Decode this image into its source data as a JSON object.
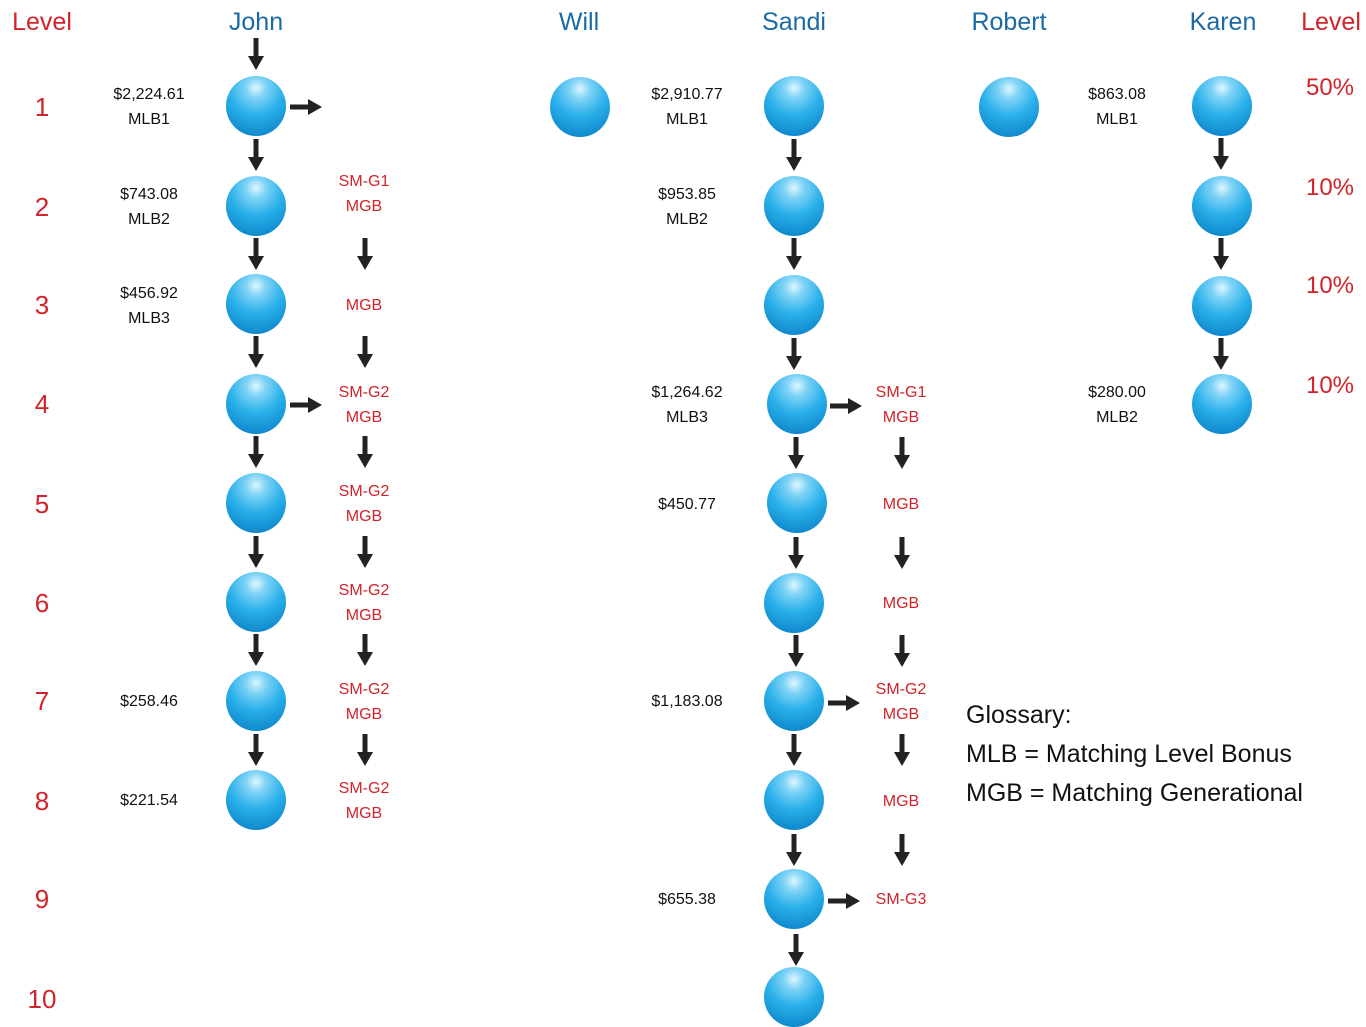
{
  "headers": {
    "level_left": "Level",
    "level_right": "Level",
    "columns": [
      "John",
      "Will",
      "Sandi",
      "Robert",
      "Karen"
    ]
  },
  "level_numbers": [
    "1",
    "2",
    "3",
    "4",
    "5",
    "6",
    "7",
    "8",
    "9",
    "10"
  ],
  "percentages": [
    "50%",
    "10%",
    "10%",
    "10%"
  ],
  "john": {
    "amounts": [
      {
        "amount": "$2,224.61",
        "code": "MLB1"
      },
      {
        "amount": "$743.08",
        "code": "MLB2"
      },
      {
        "amount": "$456.92",
        "code": "MLB3"
      },
      {
        "amount": "$258.46",
        "code": ""
      },
      {
        "amount": "$221.54",
        "code": ""
      }
    ],
    "generational": [
      {
        "line1": "SM-G1",
        "line2": "MGB"
      },
      {
        "line1": "MGB",
        "line2": ""
      },
      {
        "line1": "SM-G2",
        "line2": "MGB"
      },
      {
        "line1": "SM-G2",
        "line2": "MGB"
      },
      {
        "line1": "SM-G2",
        "line2": "MGB"
      },
      {
        "line1": "SM-G2",
        "line2": "MGB"
      },
      {
        "line1": "SM-G2",
        "line2": "MGB"
      }
    ]
  },
  "sandi": {
    "amounts": [
      {
        "amount": "$2,910.77",
        "code": "MLB1"
      },
      {
        "amount": "$953.85",
        "code": "MLB2"
      },
      {
        "amount": "$1,264.62",
        "code": "MLB3"
      },
      {
        "amount": "$450.77",
        "code": ""
      },
      {
        "amount": "$1,183.08",
        "code": ""
      },
      {
        "amount": "$655.38",
        "code": ""
      }
    ],
    "generational": [
      {
        "line1": "SM-G1",
        "line2": "MGB"
      },
      {
        "line1": "MGB",
        "line2": ""
      },
      {
        "line1": "MGB",
        "line2": ""
      },
      {
        "line1": "SM-G2",
        "line2": "MGB"
      },
      {
        "line1": "MGB",
        "line2": ""
      },
      {
        "line1": "SM-G3",
        "line2": ""
      }
    ]
  },
  "karen": {
    "amounts": [
      {
        "amount": "$863.08",
        "code": "MLB1"
      },
      {
        "amount": "$280.00",
        "code": "MLB2"
      }
    ]
  },
  "glossary": {
    "title": "Glossary:",
    "line1": "MLB = Matching Level Bonus",
    "line2": "MGB = Matching Generational"
  },
  "colors": {
    "node": "#1ea3e2",
    "label_red": "#d2232a",
    "header_blue": "#1a6aa6",
    "arrow": "#222222"
  }
}
